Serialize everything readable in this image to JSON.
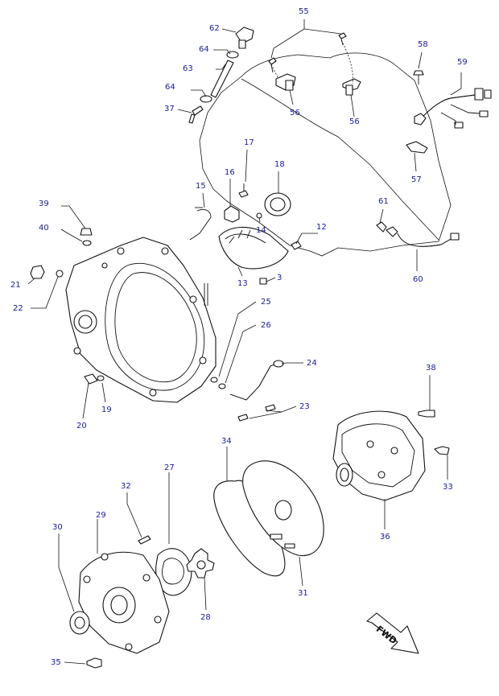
{
  "colors": {
    "callout": "#1a1aa0",
    "line": "#111111",
    "background": "#ffffff"
  },
  "direction_marker": {
    "label": "FWD",
    "icon": "arrow-right-down-icon"
  },
  "callouts": [
    {
      "id": "p62",
      "label": "62"
    },
    {
      "id": "p64a",
      "label": "64"
    },
    {
      "id": "p63",
      "label": "63"
    },
    {
      "id": "p64b",
      "label": "64"
    },
    {
      "id": "p37",
      "label": "37"
    },
    {
      "id": "p55",
      "label": "55"
    },
    {
      "id": "p56a",
      "label": "56"
    },
    {
      "id": "p56b",
      "label": "56"
    },
    {
      "id": "p58",
      "label": "58"
    },
    {
      "id": "p59",
      "label": "59"
    },
    {
      "id": "p57",
      "label": "57"
    },
    {
      "id": "p17",
      "label": "17"
    },
    {
      "id": "p18",
      "label": "18"
    },
    {
      "id": "p16",
      "label": "16"
    },
    {
      "id": "p15",
      "label": "15"
    },
    {
      "id": "p14",
      "label": "14"
    },
    {
      "id": "p12",
      "label": "12"
    },
    {
      "id": "p13",
      "label": "13"
    },
    {
      "id": "p3",
      "label": "3"
    },
    {
      "id": "p61",
      "label": "61"
    },
    {
      "id": "p60",
      "label": "60"
    },
    {
      "id": "p39",
      "label": "39"
    },
    {
      "id": "p40",
      "label": "40"
    },
    {
      "id": "p21",
      "label": "21"
    },
    {
      "id": "p22",
      "label": "22"
    },
    {
      "id": "p25",
      "label": "25"
    },
    {
      "id": "p26",
      "label": "26"
    },
    {
      "id": "p24",
      "label": "24"
    },
    {
      "id": "p23",
      "label": "23"
    },
    {
      "id": "p20",
      "label": "20"
    },
    {
      "id": "p19",
      "label": "19"
    },
    {
      "id": "p38",
      "label": "38"
    },
    {
      "id": "p34",
      "label": "34"
    },
    {
      "id": "p27",
      "label": "27"
    },
    {
      "id": "p32",
      "label": "32"
    },
    {
      "id": "p29",
      "label": "29"
    },
    {
      "id": "p30",
      "label": "30"
    },
    {
      "id": "p33",
      "label": "33"
    },
    {
      "id": "p36",
      "label": "36"
    },
    {
      "id": "p31",
      "label": "31"
    },
    {
      "id": "p28",
      "label": "28"
    },
    {
      "id": "p35",
      "label": "35"
    }
  ]
}
